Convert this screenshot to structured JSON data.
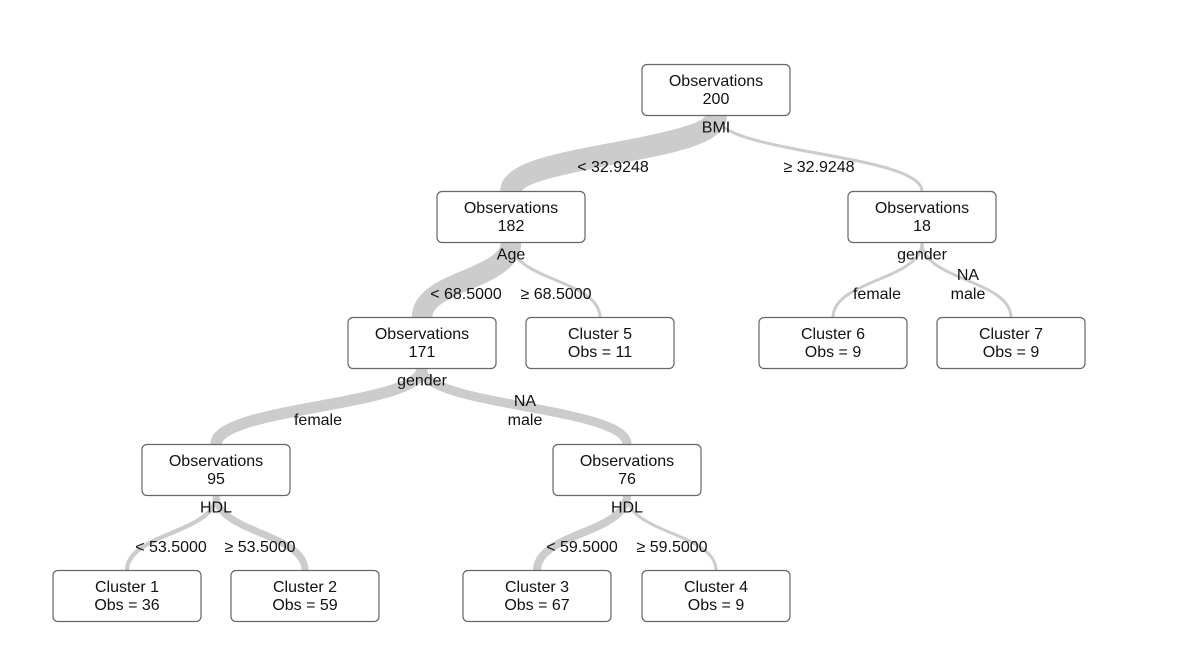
{
  "tree": {
    "nodes": [
      {
        "id": "root",
        "line1": "Observations",
        "line2": "200",
        "split": "BMI",
        "obs": 200
      },
      {
        "id": "n182",
        "line1": "Observations",
        "line2": "182",
        "split": "Age",
        "obs": 182
      },
      {
        "id": "n18",
        "line1": "Observations",
        "line2": "18",
        "split": "gender",
        "obs": 18
      },
      {
        "id": "n171",
        "line1": "Observations",
        "line2": "171",
        "split": "gender",
        "obs": 171
      },
      {
        "id": "c5",
        "line1": "Cluster 5",
        "line2": "Obs = 11",
        "obs": 11,
        "fill": "#effbfc"
      },
      {
        "id": "c6",
        "line1": "Cluster 6",
        "line2": "Obs = 9",
        "obs": 9,
        "fill": "#f7fdfd"
      },
      {
        "id": "c7",
        "line1": "Cluster 7",
        "line2": "Obs = 9",
        "obs": 9,
        "fill": "#f7fdfd"
      },
      {
        "id": "n95",
        "line1": "Observations",
        "line2": "95",
        "split": "HDL",
        "obs": 95
      },
      {
        "id": "n76",
        "line1": "Observations",
        "line2": "76",
        "split": "HDL",
        "obs": 76
      },
      {
        "id": "c1",
        "line1": "Cluster 1",
        "line2": "Obs = 36",
        "obs": 36,
        "fill": "#7ddfe1"
      },
      {
        "id": "c2",
        "line1": "Cluster 2",
        "line2": "Obs = 59",
        "obs": 59,
        "fill": "#1dc3c9"
      },
      {
        "id": "c3",
        "line1": "Cluster 3",
        "line2": "Obs = 67",
        "obs": 67,
        "fill": "#17b8be"
      },
      {
        "id": "c4",
        "line1": "Cluster 4",
        "line2": "Obs = 9",
        "obs": 9,
        "fill": "#f7fdfd"
      }
    ],
    "edges": [
      {
        "from": "root",
        "to": "n182",
        "label": "< 32.9248"
      },
      {
        "from": "root",
        "to": "n18",
        "label": "≥ 32.9248"
      },
      {
        "from": "n182",
        "to": "n171",
        "label": "< 68.5000"
      },
      {
        "from": "n182",
        "to": "c5",
        "label": "≥ 68.5000"
      },
      {
        "from": "n18",
        "to": "c6",
        "label": "female"
      },
      {
        "from": "n18",
        "to": "c7",
        "label": "NA",
        "label2": "male"
      },
      {
        "from": "n171",
        "to": "n95",
        "label": "female"
      },
      {
        "from": "n171",
        "to": "n76",
        "label": "NA",
        "label2": "male"
      },
      {
        "from": "n95",
        "to": "c1",
        "label": "< 53.5000"
      },
      {
        "from": "n95",
        "to": "c2",
        "label": "≥ 53.5000"
      },
      {
        "from": "n76",
        "to": "c3",
        "label": "< 59.5000"
      },
      {
        "from": "n76",
        "to": "c4",
        "label": "≥ 59.5000"
      }
    ]
  }
}
